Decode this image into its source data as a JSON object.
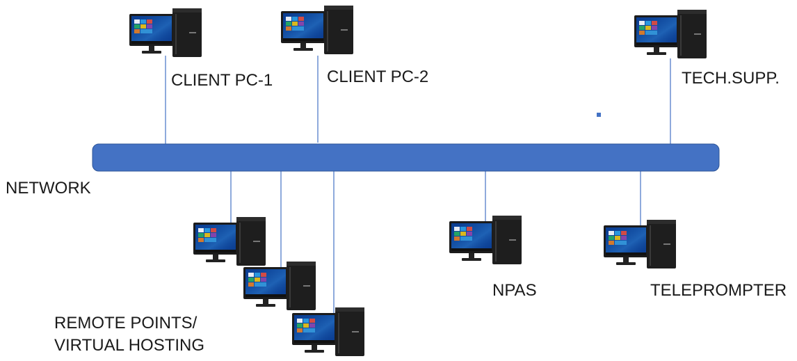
{
  "network": {
    "label": "NETWORK"
  },
  "nodes": {
    "client_pc_1": {
      "label": "CLIENT PC-1"
    },
    "client_pc_2": {
      "label": "CLIENT PC-2"
    },
    "tech_supp": {
      "label": "TECH.SUPP."
    },
    "npas": {
      "label": "NPAS"
    },
    "teleprompter": {
      "label": "TELEPROMPTER"
    },
    "remote_points": {
      "label_line1": "REMOTE POINTS/",
      "label_line2": "VIRTUAL HOSTING"
    }
  },
  "colors": {
    "network_bus": "#4472c4",
    "connector": "#4472c4"
  },
  "icons": [
    "desktop-computer-icon"
  ]
}
